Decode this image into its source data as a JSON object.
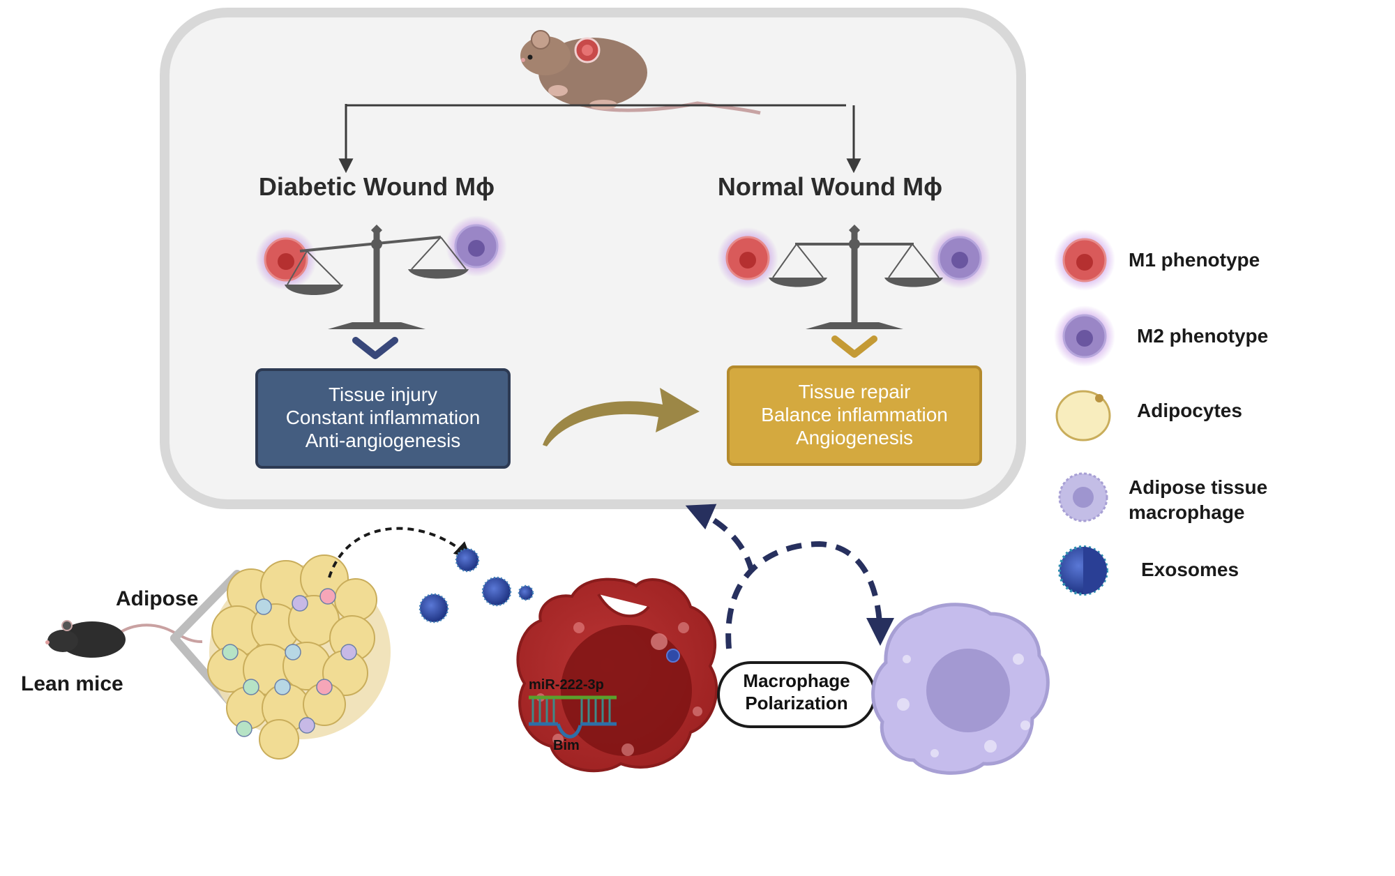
{
  "diabetic": {
    "title": "Diabetic Wound Mϕ",
    "box_lines": [
      "Tissue injury",
      "Constant inflammation",
      "Anti-angiogenesis"
    ],
    "box_color": "#445d80"
  },
  "normal": {
    "title": "Normal Wound Mϕ",
    "box_lines": [
      "Tissue repair",
      "Balance inflammation",
      "Angiogenesis"
    ],
    "box_color": "#d4a93f"
  },
  "bottom": {
    "lean_mice": "Lean mice",
    "adipose": "Adipose",
    "mirna": "miR-222-3p",
    "bim": "Bim",
    "polarization": [
      "Macrophage",
      "Polarization"
    ]
  },
  "legend": {
    "m1": "M1 phenotype",
    "m2": "M2 phenotype",
    "adipocytes": "Adipocytes",
    "atm": [
      "Adipose tissue",
      "macrophage"
    ],
    "exosomes": "Exosomes"
  },
  "colors": {
    "m1": "#d95a5a",
    "m2": "#9a86c6",
    "adipocyte": "#f3e3a4",
    "exosome": "#2f4aa8",
    "panel_bg": "#f3f3f3",
    "panel_border": "#d8d8d8",
    "dashed_arrow": "#27305e",
    "curved_arrow": "#9c8746"
  },
  "icons": [
    "mouse-icon",
    "balance-scale-icon",
    "m1-macrophage-icon",
    "m2-macrophage-icon",
    "adipocyte-icon",
    "adipose-macrophage-icon",
    "exosome-icon",
    "chevron-down-icon"
  ]
}
